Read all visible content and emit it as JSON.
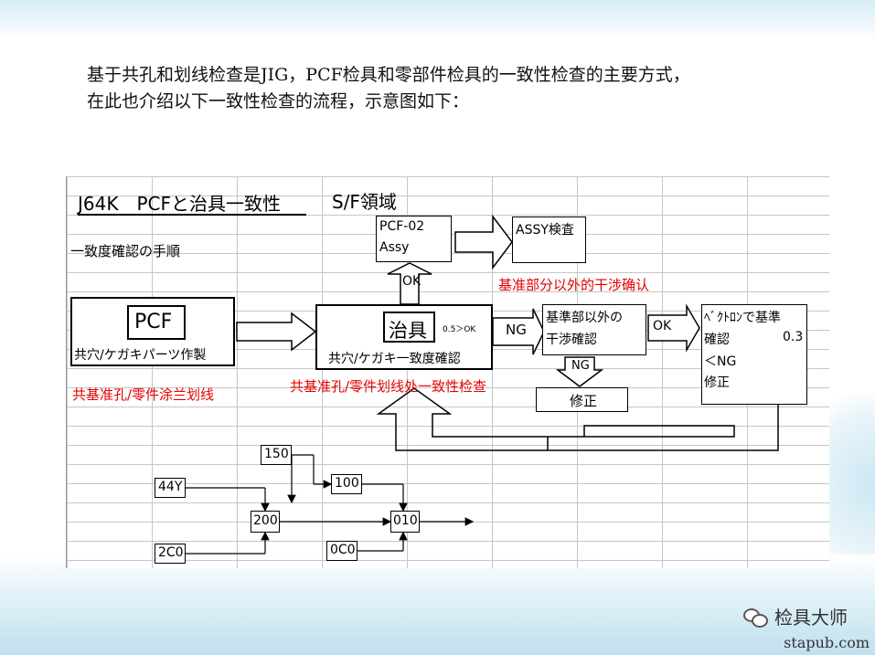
{
  "intro": {
    "line1": "基于共孔和划线检查是JIG，PCF检具和零部件检具的一致性检查的主要方式，",
    "line2": "在此也介绍以下一致性检查的流程，示意图如下："
  },
  "diagram": {
    "title": "J64K　PCFと治具一致性",
    "sf_title": "S/F領域",
    "procedure_label": "一致度確認の手順",
    "pcf02_line1": "PCF-02",
    "pcf02_line2": "Assy",
    "assy_inspect": "ASSY検査",
    "ok_up": "OK",
    "interference_red": "基准部分以外的干涉确认",
    "pcf_main": "PCF",
    "pcf_sub": "共穴/ケガキパーツ作製",
    "pcf_red": "共基准孔/零件涂兰划线",
    "jig_main": "治具",
    "jig_ratio": "0.5＞OK",
    "jig_sub": "共穴/ケガキ一致度確認",
    "jig_red": "共基准孔/零件划线处一致性检查",
    "ng_right": "NG",
    "interf_line1": "基準部以外の",
    "interf_line2": "干渉確認",
    "ng_down": "NG",
    "fix_label": "修正",
    "ok_right": "OK",
    "vector_line1": "ﾍﾞｸﾄﾛﾝで基準",
    "vector_line2a": "確認",
    "vector_line2b": "0.3",
    "vector_line3": "＜NG",
    "vector_line4": "修正",
    "n150": "150",
    "n100": "100",
    "n44y": "44Y",
    "n200": "200",
    "n010": "010",
    "n2c0": "2C0",
    "n0c0": "0C0"
  },
  "watermark": {
    "brand": "检具大师",
    "url": "stapub.com"
  }
}
